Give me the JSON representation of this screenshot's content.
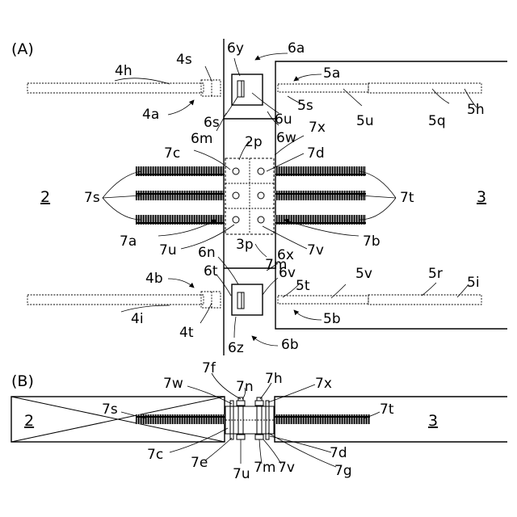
{
  "panels": {
    "a": "(A)",
    "b": "(B)"
  },
  "labels": {
    "l_2": "2",
    "l_3": "3",
    "l_2p": "2p",
    "l_3p": "3p",
    "l_4a": "4a",
    "l_4b": "4b",
    "l_4h": "4h",
    "l_4i": "4i",
    "l_4s": "4s",
    "l_4t": "4t",
    "l_5a": "5a",
    "l_5b": "5b",
    "l_5h": "5h",
    "l_5i": "5i",
    "l_5q": "5q",
    "l_5r": "5r",
    "l_5s": "5s",
    "l_5t": "5t",
    "l_5u": "5u",
    "l_5v": "5v",
    "l_6a": "6a",
    "l_6b": "6b",
    "l_6m": "6m",
    "l_6n": "6n",
    "l_6s": "6s",
    "l_6t": "6t",
    "l_6u": "6u",
    "l_6v": "6v",
    "l_6w": "6w",
    "l_6x": "6x",
    "l_6y": "6y",
    "l_6z": "6z",
    "l_7a": "7a",
    "l_7b": "7b",
    "l_7c": "7c",
    "l_7d": "7d",
    "l_7m": "7m",
    "l_7s": "7s",
    "l_7t": "7t",
    "l_7u": "7u",
    "l_7v": "7v",
    "l_7x": "7x",
    "b_2": "2",
    "b_3": "3",
    "b_7c": "7c",
    "b_7d": "7d",
    "b_7e": "7e",
    "b_7f": "7f",
    "b_7g": "7g",
    "b_7h": "7h",
    "b_7m": "7m",
    "b_7n": "7n",
    "b_7s": "7s",
    "b_7t": "7t",
    "b_7u": "7u",
    "b_7v": "7v",
    "b_7w": "7w",
    "b_7x": "7x"
  }
}
